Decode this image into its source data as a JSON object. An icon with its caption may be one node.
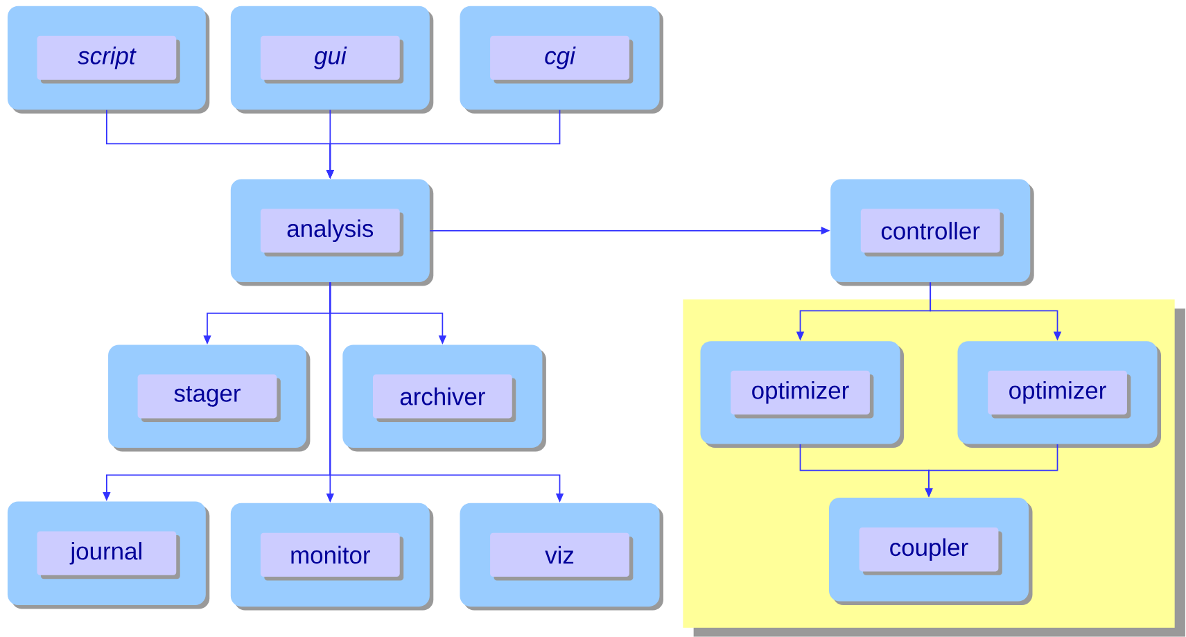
{
  "diagram": {
    "nodes": [
      {
        "text": [],
        "shape": "box"
      },
      {
        "text": [
          "script"
        ],
        "in": 0
      },
      {
        "text": [],
        "shape": "box"
      },
      {
        "text": [
          "gui"
        ],
        "in": 2
      },
      {
        "text": [],
        "shape": "box"
      },
      {
        "text": [
          "cgi"
        ],
        "in": 4
      },
      {
        "text": [],
        "shape": "box"
      },
      {
        "text": [
          "analysis"
        ],
        "in": 6
      },
      {
        "text": [],
        "shape": "box"
      },
      {
        "text": [
          "controller"
        ],
        "in": 8
      },
      {
        "text": [],
        "shape": "box"
      },
      {
        "text": [],
        "shape": "box"
      },
      {
        "text": [
          "stager"
        ],
        "in": 11
      },
      {
        "text": [],
        "shape": "box"
      },
      {
        "text": [
          "archiver"
        ],
        "in": 13
      },
      {
        "text": [],
        "shape": "box",
        "in": 10
      },
      {
        "text": [
          "optimizer"
        ],
        "in": 15
      },
      {
        "text": [],
        "shape": "box",
        "in": 10
      },
      {
        "text": [
          "optimizer"
        ],
        "in": 17
      },
      {
        "text": [],
        "shape": "box"
      },
      {
        "text": [
          "journal"
        ],
        "in": 19
      },
      {
        "text": [],
        "shape": "box"
      },
      {
        "text": [
          "monitor"
        ],
        "in": 21
      },
      {
        "text": [],
        "shape": "box"
      },
      {
        "text": [
          "viz"
        ],
        "in": 23
      },
      {
        "text": [],
        "shape": "box",
        "in": 10
      },
      {
        "text": [
          "coupler"
        ],
        "in": 25
      }
    ],
    "edges": [
      {
        "from": 0,
        "to": 6,
        "arrow": "to"
      },
      {
        "from": 2,
        "to": 6,
        "arrow": "to"
      },
      {
        "from": 4,
        "to": 6,
        "arrow": "to"
      },
      {
        "from": 6,
        "to": 8,
        "arrow": "to"
      },
      {
        "from": 6,
        "to": 11,
        "arrow": "to"
      },
      {
        "from": 6,
        "to": 13,
        "arrow": "to"
      },
      {
        "from": 6,
        "to": 19,
        "arrow": "to"
      },
      {
        "from": 6,
        "to": 21,
        "arrow": "to"
      },
      {
        "from": 6,
        "to": 23,
        "arrow": "to"
      },
      {
        "from": 8,
        "to": 15,
        "arrow": "to"
      },
      {
        "from": 8,
        "to": 17,
        "arrow": "to"
      },
      {
        "from": 15,
        "to": 25,
        "arrow": "to"
      },
      {
        "from": 17,
        "to": 25,
        "arrow": "to"
      }
    ]
  }
}
